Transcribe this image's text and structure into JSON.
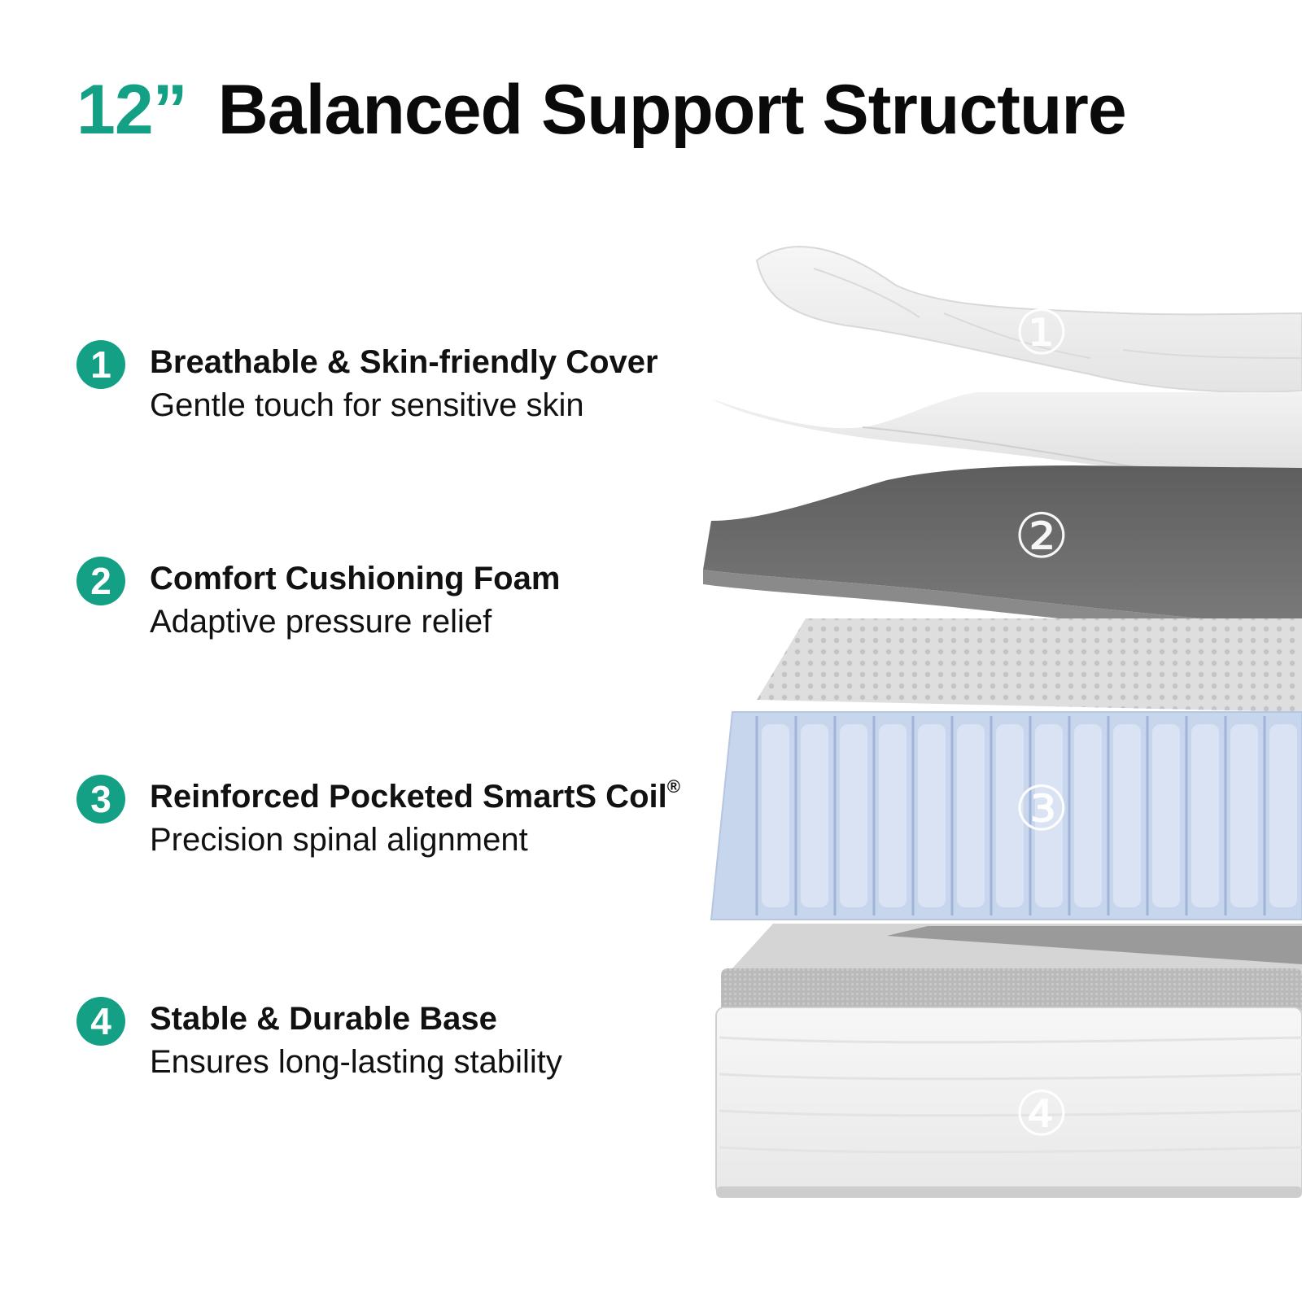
{
  "header": {
    "size_label": "12”",
    "title": "Balanced Support Structure"
  },
  "features": [
    {
      "number": "1",
      "title": "Breathable & Skin-friendly Cover",
      "subtitle": "Gentle touch for sensitive skin"
    },
    {
      "number": "2",
      "title": "Comfort Cushioning Foam",
      "subtitle": "Adaptive pressure relief"
    },
    {
      "number": "3",
      "title": "Reinforced Pocketed SmartS Coil",
      "title_mark": "®",
      "subtitle": "Precision spinal alignment"
    },
    {
      "number": "4",
      "title": "Stable & Durable Base",
      "subtitle": "Ensures long-lasting stability"
    }
  ],
  "layer_markers": [
    "①",
    "②",
    "③",
    "④"
  ],
  "colors": {
    "accent": "#13a084",
    "cover": "#f1f1f1",
    "foam_sheet": "#e6e6e6",
    "comfort_foam": "#6b6b6b",
    "coil": "#c9d8ee",
    "base": "#f3f3f3"
  }
}
